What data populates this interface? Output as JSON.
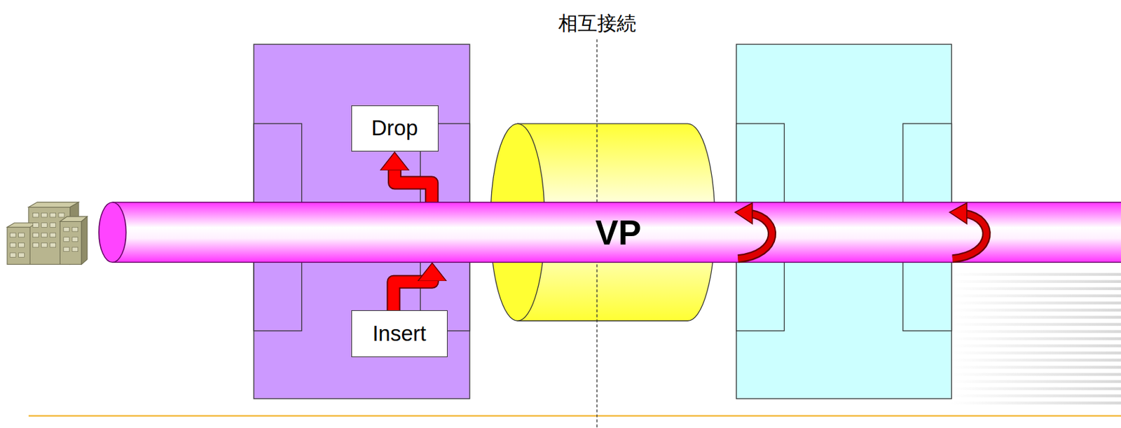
{
  "diagram": {
    "nodes": [
      {
        "text": [
          "Drop"
        ]
      },
      {
        "text": [
          "VP"
        ]
      },
      {
        "text": [
          "Insert"
        ]
      }
    ],
    "edges": [
      {
        "from": 1,
        "to": 0,
        "arrow": "to"
      },
      {
        "from": 2,
        "to": 1,
        "arrow": "to"
      }
    ],
    "labels": [
      "相互接続"
    ]
  }
}
